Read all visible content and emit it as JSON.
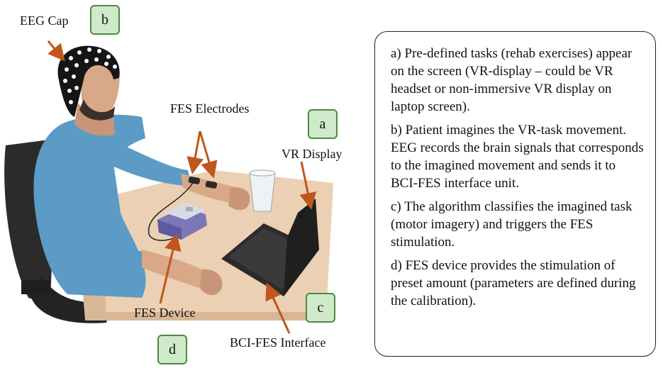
{
  "labels": {
    "eeg_cap": "EEG Cap",
    "fes_electrodes": "FES Electrodes",
    "vr_display": "VR Display",
    "fes_device": "FES Device",
    "bci_fes_interface": "BCI-FES Interface"
  },
  "badges": {
    "a": "a",
    "b": "b",
    "c": "c",
    "d": "d"
  },
  "steps": [
    "a) Pre-defined tasks (rehab exercises) appear on the screen (VR-display – could be VR headset or non-immersive VR display on laptop screen).",
    "b) Patient imagines the VR-task movement. EEG records the brain signals that corresponds to the imagined movement and sends it to BCI-FES interface unit.",
    "c) The algorithm classifies the imagined task (motor imagery) and triggers the FES stimulation.",
    "d) FES device provides the stimulation of preset amount (parameters are defined during the calibration)."
  ],
  "colors": {
    "arrow": "#c0561b",
    "badge_fill": "#cfeacb",
    "badge_border": "#4d8a3f",
    "shirt": "#5b9bc6",
    "desk": "#ecd0b4",
    "chair": "#2b2b2b"
  }
}
